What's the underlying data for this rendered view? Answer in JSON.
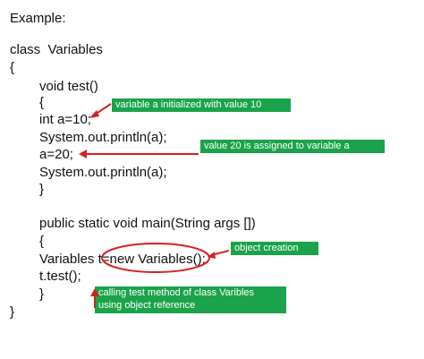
{
  "heading": "Example:",
  "code": {
    "class_decl": "class  Variables",
    "open_brace_class": "{",
    "method_decl": "void test()",
    "open_brace_method": "{",
    "stmt_declare": "int a=10;",
    "stmt_print_1": "System.out.println(a);",
    "stmt_assign": "a=20;",
    "stmt_print_2": "System.out.println(a);",
    "close_brace_method": "}",
    "main_decl": "public static void main(String args [])",
    "open_brace_main": "{",
    "stmt_new_object": "Variables t=new Variables();",
    "stmt_call_test": "t.test();",
    "close_brace_main": "}",
    "close_brace_class": "}"
  },
  "annotations": {
    "var_init": "variable a initialized with value 10",
    "value_assigned": "value 20 is assigned to variable a",
    "object_creation": "object creation",
    "method_call": "calling test method of class Varibles\nusing object reference"
  },
  "colors": {
    "annotation_bg": "#1aa34a",
    "annotation_text": "#ffffff",
    "arrow": "#d62020",
    "code_text": "#111111"
  }
}
